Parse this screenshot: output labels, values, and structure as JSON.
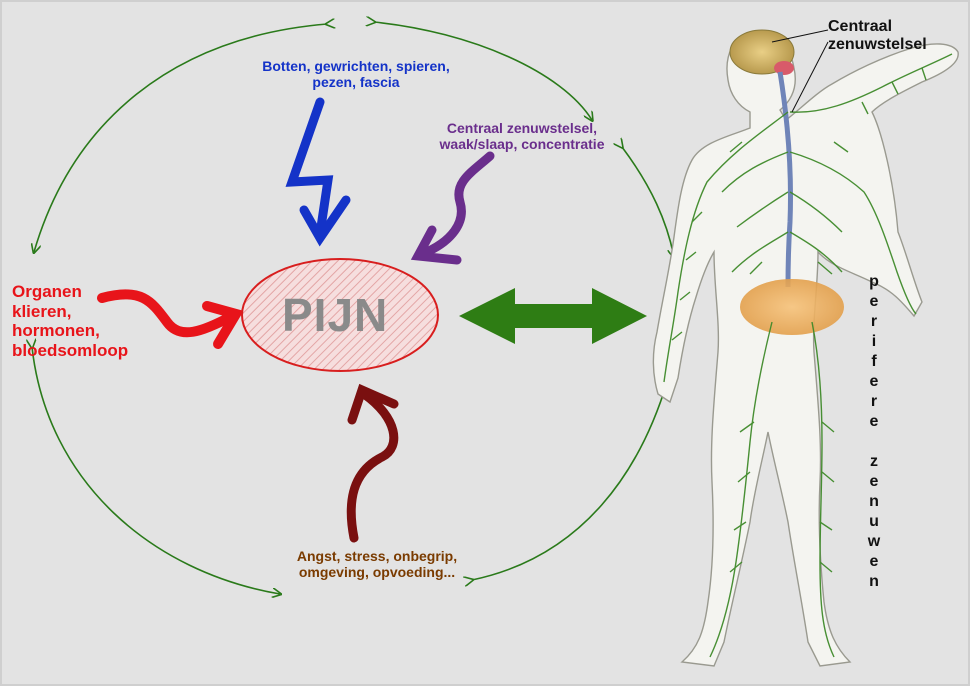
{
  "diagram": {
    "center_label": "PIJN",
    "factors": {
      "musculoskeletal": "Botten, gewrichten, spieren,\npezen, fascia",
      "cns": "Centraal zenuwstelsel,\nwaak/slaap, concentratie",
      "organs": "Organen\nklieren,\nhormonen,\nbloedsomloop",
      "psychosocial": "Angst, stress, onbegrip,\nomgeving, opvoeding..."
    },
    "body_labels": {
      "central": "Centraal\nzenuwstelsel",
      "peripheral_letters": [
        "p",
        "e",
        "r",
        "i",
        "f",
        "e",
        "r",
        "e",
        "",
        "z",
        "e",
        "n",
        "u",
        "w",
        "e",
        "n"
      ]
    },
    "colors": {
      "blue": "#1433c8",
      "purple": "#6a2e8c",
      "red": "#e8141a",
      "dark_red": "#7a1010",
      "green": "#2a7a1a",
      "big_arrow_green": "#2e7d14",
      "ellipse_fill": "#f0c8c8",
      "ellipse_stroke": "#d81e1e"
    }
  }
}
